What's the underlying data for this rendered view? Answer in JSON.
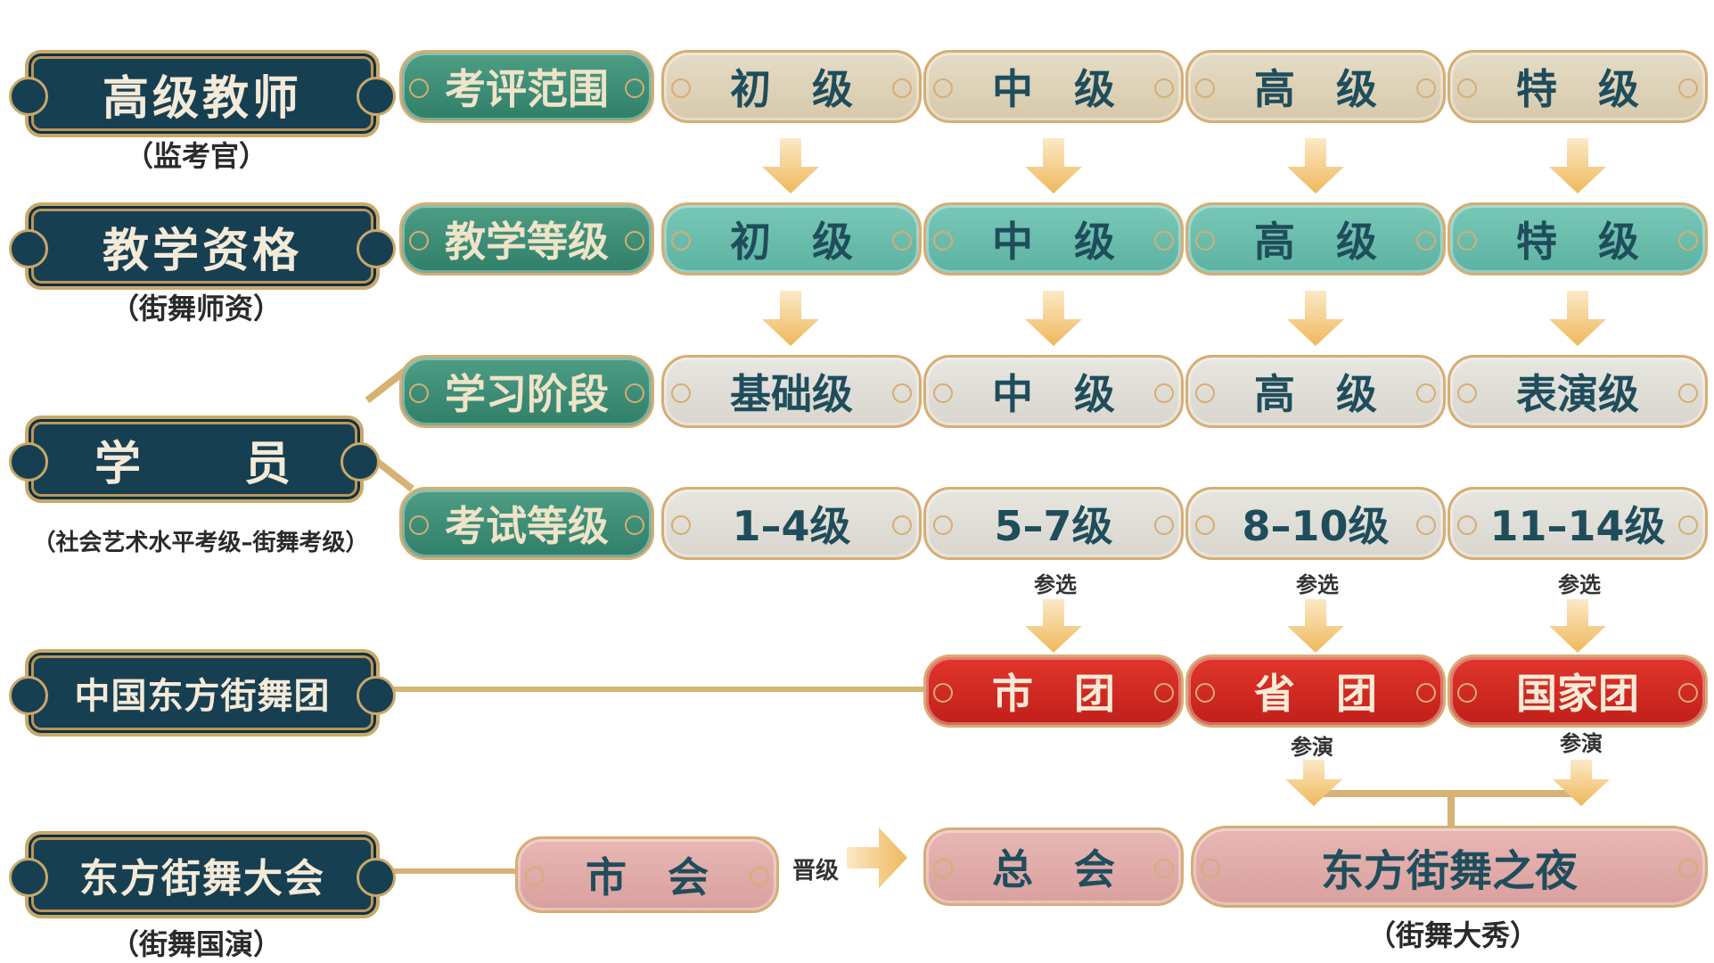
{
  "rows": {
    "teacher": {
      "title": "高级教师",
      "subtitle": "（监考官）",
      "head": "考评范围",
      "cells": [
        "初　级",
        "中　级",
        "高　级",
        "特　级"
      ]
    },
    "qualification": {
      "title": "教学资格",
      "subtitle": "（街舞师资）",
      "head": "教学等级",
      "cells": [
        "初　级",
        "中　级",
        "高　级",
        "特　级"
      ]
    },
    "student": {
      "title": "学　　员",
      "subtitle": "（社会艺术水平考级–街舞考级）",
      "stage_head": "学习阶段",
      "stage_cells": [
        "基础级",
        "中　级",
        "高　级",
        "表演级"
      ],
      "exam_head": "考试等级",
      "exam_cells": [
        "1–4级",
        "5–7级",
        "8–10级",
        "11–14级"
      ]
    },
    "troupe": {
      "title": "中国东方街舞团",
      "cells": [
        "市　团",
        "省　团",
        "国家团"
      ]
    },
    "assembly": {
      "title": "东方街舞大会",
      "subtitle": "（街舞国演）",
      "city": "市　会",
      "promote": "晋级",
      "general": "总　会",
      "night": "东方街舞之夜",
      "night_sub": "（街舞大秀）"
    }
  },
  "annotations": {
    "select": "参选",
    "perform": "参演"
  },
  "colors": {
    "plaque": "#173f52",
    "gold": "#d6b274",
    "arrow": "#f2c26b",
    "red": "#d12a22"
  }
}
